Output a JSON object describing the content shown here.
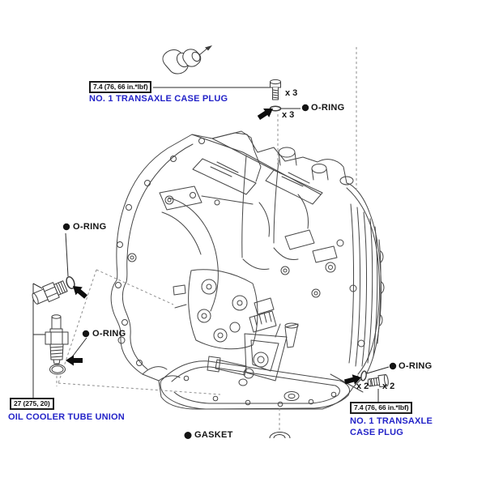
{
  "colors": {
    "label_blue": "#2323c8",
    "ink": "#464646",
    "black": "#121212",
    "dashed_gray": "#8f8f8f",
    "background": "#ffffff"
  },
  "callouts": {
    "top_plug": {
      "torque": "7.4 (76, 66 in.*lbf)",
      "label": "NO. 1 TRANSAXLE CASE PLUG",
      "bolt_qty": "x 3",
      "oring_qty": "x 3",
      "oring_label": "O-RING"
    },
    "upper_left": {
      "oring_label": "O-RING"
    },
    "oil_cooler_union": {
      "oring_label": "O-RING",
      "torque": "27 (275, 20)",
      "label": "OIL COOLER TUBE UNION"
    },
    "lower_right_plug": {
      "oring_label": "O-RING",
      "oring_qty": "x 2",
      "bolt_qty": "x 2",
      "torque": "7.4 (76, 66 in.*lbf)",
      "label_line1": "NO. 1 TRANSAXLE",
      "label_line2": "CASE PLUG"
    },
    "bottom": {
      "gasket_label": "GASKET"
    }
  },
  "icons": [
    "transaxle-illustration",
    "case-plug-icon",
    "bolt-icon",
    "o-ring-icon",
    "oil-cooler-tube-union-icon",
    "gasket-ellipse-icon",
    "direction-arrow-icon",
    "bullet-icon"
  ]
}
